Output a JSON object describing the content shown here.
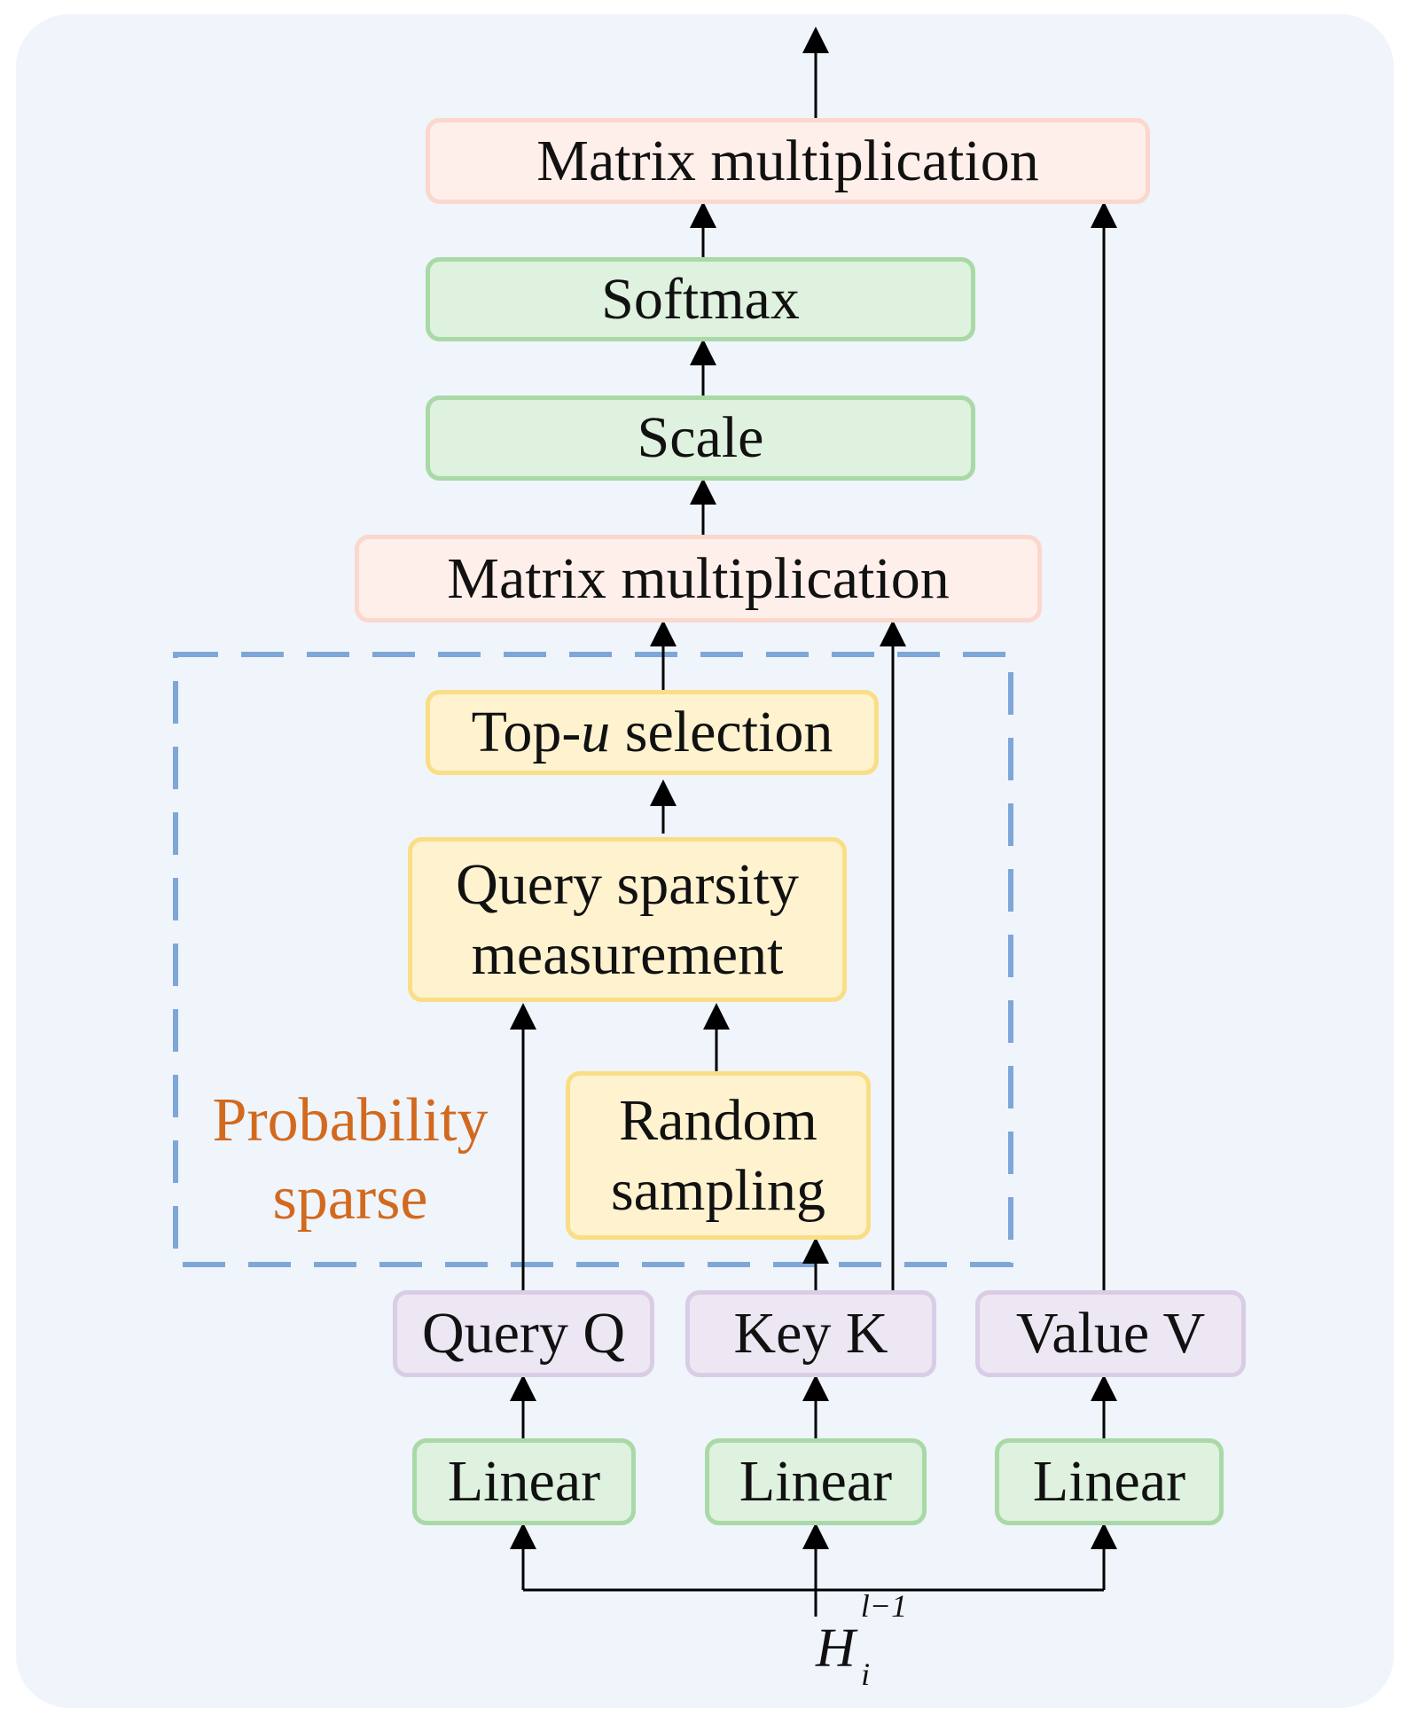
{
  "top_output_arrow": "",
  "matmul_top": {
    "label": "Matrix multiplication"
  },
  "softmax": {
    "label": "Softmax"
  },
  "scale": {
    "label": "Scale"
  },
  "matmul_bottom": {
    "label": "Matrix multiplication"
  },
  "topu": {
    "prefix": "Top-",
    "italic_part": "u",
    "suffix": " selection"
  },
  "query_sparsity": {
    "line1": "Query sparsity",
    "line2": "measurement"
  },
  "random_sampling": {
    "line1": "Random",
    "line2": "sampling"
  },
  "probability_sparse": {
    "line1": "Probability",
    "line2": "sparse"
  },
  "query": {
    "label": "Query Q"
  },
  "key": {
    "label": "Key K"
  },
  "value": {
    "label": "Value V"
  },
  "linear": {
    "labels": [
      "Linear",
      "Linear",
      "Linear"
    ]
  },
  "input": {
    "base": "H",
    "superscript": "l−1",
    "subscript": "i"
  },
  "colors": {
    "panel_background": "#f0f4fb",
    "pink_box": "#ffefea",
    "green_box": "#dff1df",
    "yellow_box": "#fff2cf",
    "purple_box": "#ede7f3",
    "dashed_region": "#7ea7d8",
    "sparse_label": "#d2691e",
    "arrow": "#000000"
  }
}
